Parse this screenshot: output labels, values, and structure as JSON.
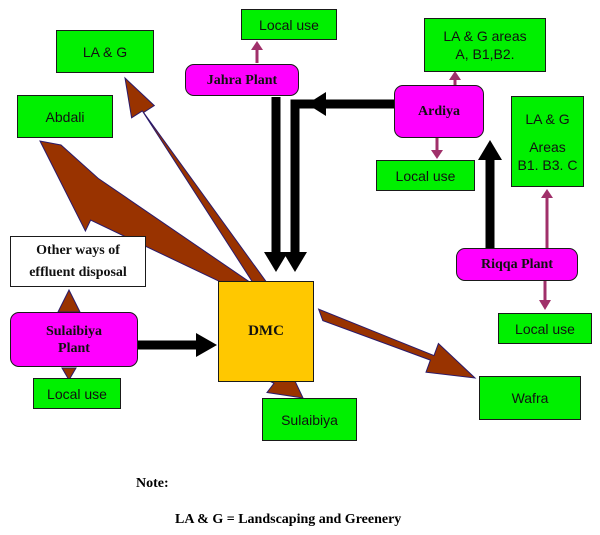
{
  "nodes": {
    "local_use_jahra": "Local use",
    "la_g_top": "LA & G",
    "jahra_plant": "Jahra Plant",
    "la_g_areas_ardiya_line1": "LA & G areas",
    "la_g_areas_ardiya_line2": "A, B1,B2.",
    "abdali": "Abdali",
    "ardiya": "Ardiya",
    "la_g_right_line1": "LA & G",
    "la_g_right_line2": "Areas",
    "la_g_right_line3": "B1. B3. C",
    "local_use_ardiya": "Local use",
    "other_ways_line1": "Other ways of",
    "other_ways_line2": "effluent disposal",
    "riqqa_plant": "Riqqa Plant",
    "sulaibiya_plant_line1": "Sulaibiya",
    "sulaibiya_plant_line2": "Plant",
    "dmc": "DMC",
    "local_use_riqqa": "Local use",
    "local_use_sulaibiya": "Local use",
    "wafra": "Wafra",
    "sulaibiya": "Sulaibiya"
  },
  "note": {
    "heading": "Note:",
    "definition": "LA & G = Landscaping and Greenery"
  },
  "colors": {
    "green_box": "#00f000",
    "plant_box": "#ff00ff",
    "dmc_box": "#ffc800",
    "brown_arrow": "#993300",
    "black_arrow": "#000000",
    "purple_arrow": "#a0306a"
  }
}
